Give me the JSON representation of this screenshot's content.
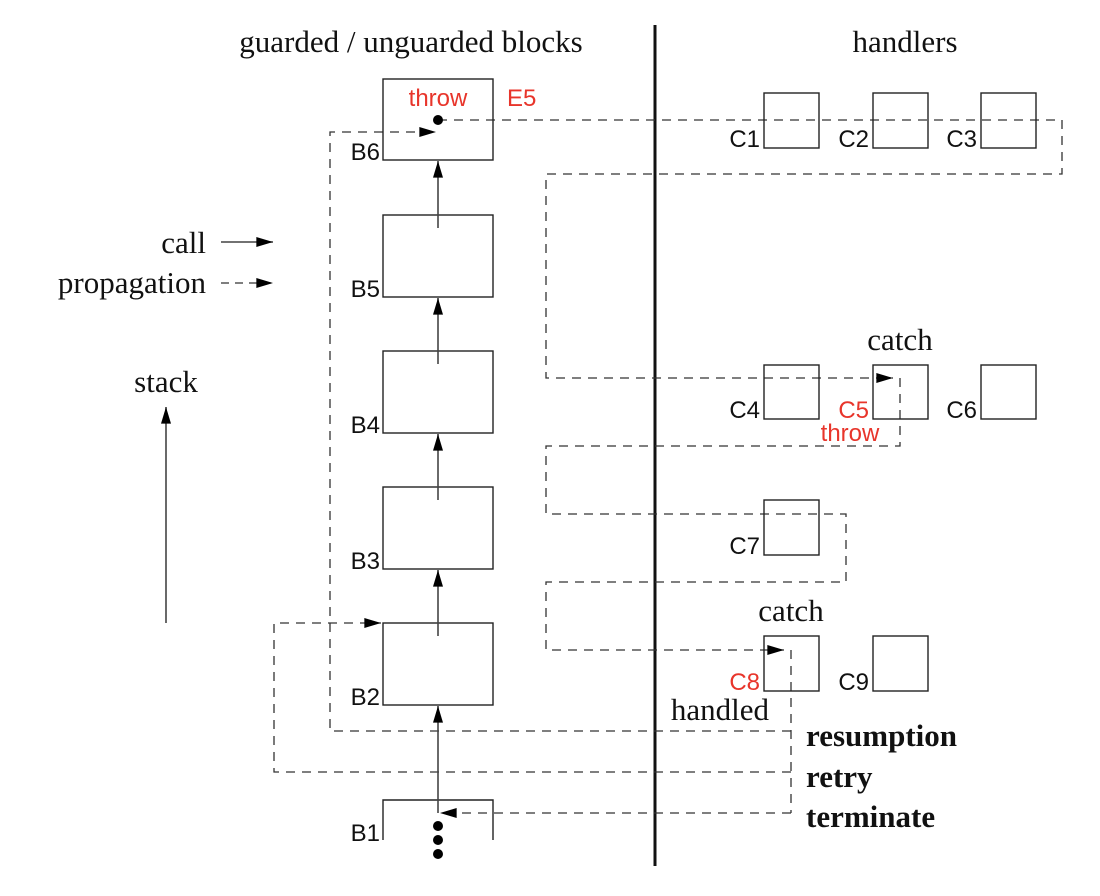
{
  "headings": {
    "left": "guarded / unguarded blocks",
    "right": "handlers"
  },
  "legend": {
    "call": "call",
    "propagation": "propagation",
    "stack": "stack"
  },
  "blocks": [
    {
      "id": "B6",
      "label": "B6",
      "annotation": "throw",
      "exception": "E5"
    },
    {
      "id": "B5",
      "label": "B5"
    },
    {
      "id": "B4",
      "label": "B4"
    },
    {
      "id": "B3",
      "label": "B3"
    },
    {
      "id": "B2",
      "label": "B2"
    },
    {
      "id": "B1",
      "label": "B1"
    }
  ],
  "handlers": [
    {
      "id": "C1",
      "label": "C1",
      "highlight": false
    },
    {
      "id": "C2",
      "label": "C2",
      "highlight": false
    },
    {
      "id": "C3",
      "label": "C3",
      "highlight": false
    },
    {
      "id": "C4",
      "label": "C4",
      "highlight": false
    },
    {
      "id": "C5",
      "label": "C5",
      "highlight": true,
      "above": "catch",
      "below": "throw"
    },
    {
      "id": "C6",
      "label": "C6",
      "highlight": false
    },
    {
      "id": "C7",
      "label": "C7",
      "highlight": false
    },
    {
      "id": "C8",
      "label": "C8",
      "highlight": true,
      "above": "catch",
      "below": "handled"
    },
    {
      "id": "C9",
      "label": "C9",
      "highlight": false
    }
  ],
  "outcomes": [
    "resumption",
    "retry",
    "terminate"
  ],
  "colors": {
    "highlight": "#e8352b",
    "ink": "#111111"
  }
}
